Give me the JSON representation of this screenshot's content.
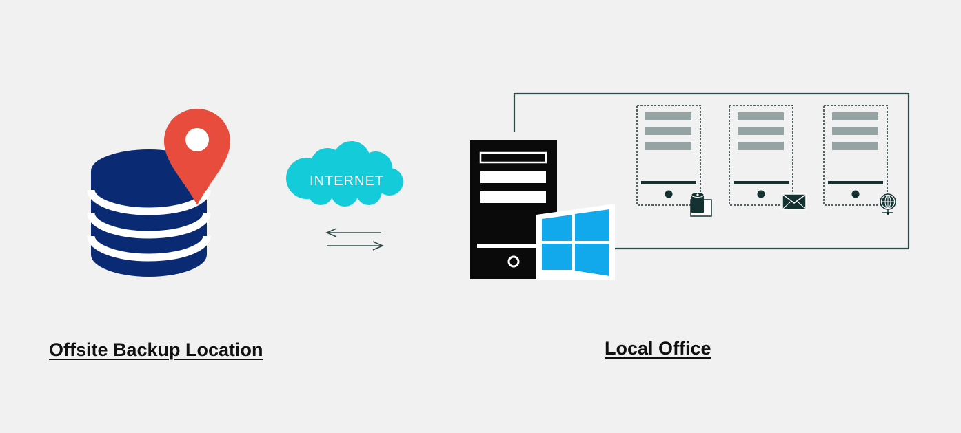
{
  "labels": {
    "internet": "INTERNET",
    "offsite": "Offsite Backup Location",
    "local": "Local Office"
  },
  "colors": {
    "background": "#f1f1f1",
    "database": "#0b2a74",
    "pin": "#e74c3c",
    "cloud": "#14ccd9",
    "server_black": "#0a0a0a",
    "windows_logo": "#12a9ec",
    "network_line": "#2c4a48",
    "rack_slot": "#95a3a3",
    "rack_dark": "#143232"
  },
  "icons": {
    "offsite": [
      "database-icon",
      "location-pin-icon"
    ],
    "transfer": [
      "cloud-icon",
      "left-arrow-icon",
      "right-arrow-icon"
    ],
    "local": [
      "server-tower-icon",
      "windows-logo-icon",
      "paper-roll-icon",
      "envelope-icon",
      "globe-network-icon"
    ]
  }
}
